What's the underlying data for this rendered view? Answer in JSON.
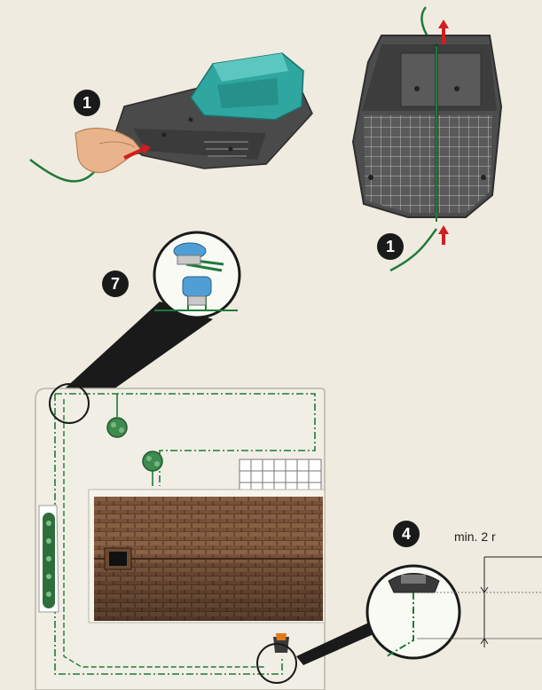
{
  "badges": {
    "top_left": "1",
    "top_right": "1",
    "connector": "7",
    "distance": "4"
  },
  "distance_label": "min. 2 r",
  "colors": {
    "background": "#efebe0",
    "wire": "#1f7a3a",
    "mower_body": "#4a4a4a",
    "mower_cover": "#2fa6a0",
    "arrow": "#d21e1e",
    "roof": "#7a5236",
    "badge": "#1a1a1a"
  },
  "icons": {
    "mower_top": "robotic-mower-icon",
    "mower_underside": "mower-underside-icon",
    "hand": "hand-icon",
    "connector": "wire-connector-icon",
    "house": "house-roof-icon",
    "paving": "paving-stones-icon",
    "tree": "tree-icon",
    "hedge": "hedge-icon",
    "station": "charging-station-icon"
  }
}
